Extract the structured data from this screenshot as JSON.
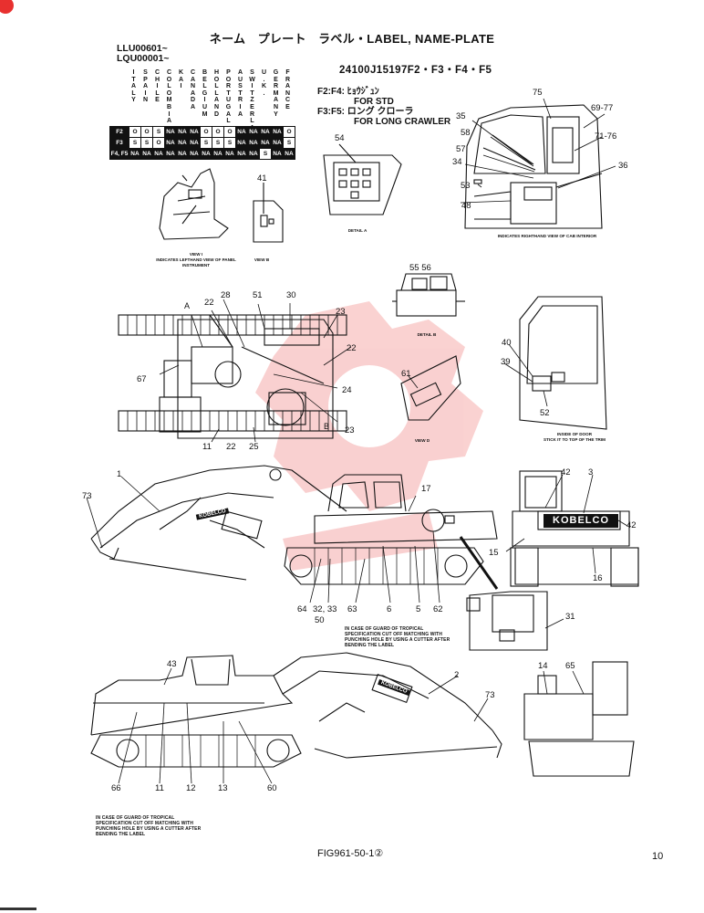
{
  "header": {
    "title": "ネーム　プレート　ラベル・LABEL, NAME-PLATE",
    "serial_lines": [
      "LLU00601~",
      "LQU00001~"
    ],
    "part_code": "24100J15197F2・F3・F4・F5"
  },
  "notes": {
    "f2f4": "F2:F4: ﾋｮｳｼﾞｭﾝ",
    "f2f4_en": "FOR STD",
    "f3f5": "F3:F5: ロング クローラ",
    "f3f5_en": "FOR LONG CRAWLER"
  },
  "country_table": {
    "columns": [
      "ITALY",
      "SPAIN",
      "CHILE",
      "COLOMBIA",
      "KAI",
      "CANADA",
      "BELGIUM",
      "HOLLAND",
      "PORTUGAL",
      "AUSTRIA",
      "SWITZERLAND",
      "U.K.",
      "GERMANY",
      "FRANCE"
    ],
    "rows": [
      {
        "label": "F2",
        "cells": [
          "O",
          "O",
          "S",
          "NA",
          "NA",
          "NA",
          "O",
          "O",
          "O",
          "NA",
          "NA",
          "NA",
          "NA",
          "O"
        ]
      },
      {
        "label": "F3",
        "cells": [
          "S",
          "S",
          "O",
          "NA",
          "NA",
          "NA",
          "S",
          "S",
          "S",
          "NA",
          "NA",
          "NA",
          "NA",
          "S"
        ]
      },
      {
        "label": "F4, F5",
        "cells": [
          "NA",
          "NA",
          "NA",
          "NA",
          "NA",
          "NA",
          "NA",
          "NA",
          "NA",
          "NA",
          "NA",
          "S",
          "NA",
          "NA"
        ]
      }
    ]
  },
  "captions": {
    "view1": "VIEW I",
    "view1_sub": "INDICATES LEFTHAND VIEW OF PANEL INSTRUMENT",
    "viewB": "VIEW B",
    "detailA": "DETAIL A",
    "cab_interior": "INDICATES RIGHTHAND VIEW OF CAB INTERIOR",
    "detailB": "DETAIL B",
    "viewD": "VIEW D",
    "door": "INSIDE OF DOOR",
    "door_sub": "STICK IT TO TOP OF THE TRIM",
    "tropical_note": "IN CASE OF GUARD OF TROPICAL SPECIFICATION CUT OFF MATCHING WITH PUNCHING HOLE BY USING A CUTTER AFTER BENDING THE LABEL"
  },
  "labels": {
    "kobelco": "KOBELCO",
    "brand_small": "KOBELCO"
  },
  "callouts": {
    "n41": "41",
    "n54": "54",
    "n75": "75",
    "n6977": "69-77",
    "n35": "35",
    "n58": "58",
    "n7176": "71-76",
    "n57": "57",
    "n34": "34",
    "n36": "36",
    "n53": "53",
    "n48": "48",
    "n5556": "55 56",
    "n22a": "22",
    "n28": "28",
    "n51": "51",
    "n30": "30",
    "n23a": "23",
    "nA": "A",
    "n22b": "22",
    "n67": "67",
    "n24": "24",
    "n23b": "23",
    "nB": "B",
    "n11a": "11",
    "n22c": "22",
    "n25": "25",
    "n40": "40",
    "n39": "39",
    "n61": "61",
    "n52": "52",
    "n1": "1",
    "n17": "17",
    "n73a": "73",
    "n42a": "42",
    "n3": "3",
    "n42b": "42",
    "n15": "15",
    "n16": "16",
    "n64": "64",
    "n3233": "32, 33",
    "n63": "63",
    "n6": "6",
    "n5": "5",
    "n62": "62",
    "n50": "50",
    "n31": "31",
    "n43": "43",
    "n2": "2",
    "n73b": "73",
    "n14": "14",
    "n65": "65",
    "n66": "66",
    "n11b": "11",
    "n12": "12",
    "n13": "13",
    "n60": "60"
  },
  "footer": {
    "figure": "FIG961-50-1②",
    "page": "10"
  },
  "colors": {
    "ink": "#111111",
    "watermark": "#e8302f"
  }
}
